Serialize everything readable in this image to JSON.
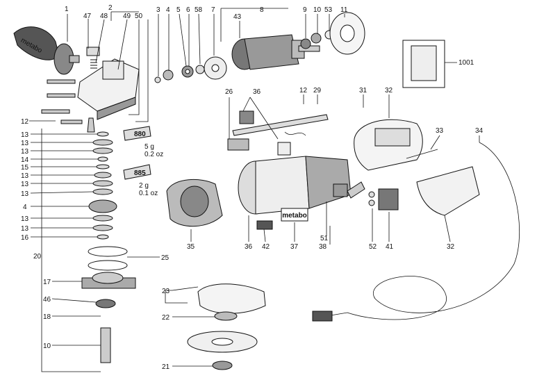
{
  "diagram": {
    "callouts": {
      "c1": "1",
      "c47": "47",
      "c48": "48",
      "c2": "2",
      "c49": "49",
      "c50": "50",
      "c3": "3",
      "c4": "4",
      "c5": "5",
      "c6": "6",
      "c58": "58",
      "c7": "7",
      "c8": "8",
      "c43": "43",
      "c9": "9",
      "c10": "10",
      "c53": "53",
      "c11": "11",
      "c1001": "1001",
      "c26": "26",
      "c36a": "36",
      "c12a": "12",
      "c29": "29",
      "c31": "31",
      "c32a": "32",
      "c33": "33",
      "c34": "34",
      "c12b": "12",
      "c13a": "13",
      "c13b": "13",
      "c13c": "13",
      "c14": "14",
      "c15": "15",
      "c13d": "13",
      "c13e": "13",
      "c4b": "4",
      "c13f": "13",
      "c13g": "13",
      "c16": "16",
      "c20": "20",
      "c25": "25",
      "c17": "17",
      "c46": "46",
      "c18": "18",
      "c10b": "10",
      "c35": "35",
      "c36b": "36",
      "c42": "42",
      "c37": "37",
      "c38": "38",
      "c51": "51",
      "c52": "52",
      "c41": "41",
      "c32b": "32",
      "c23": "23",
      "c22": "22",
      "c21": "21"
    },
    "tubes": {
      "t880": "880",
      "t880_qty_g": "5 g",
      "t880_qty_oz": "0.2 oz",
      "t885": "885",
      "t885_qty_g": "2 g",
      "t885_qty_oz": "0.1 oz"
    },
    "brand_mark": "metabo",
    "handle_mark": "metabo"
  }
}
